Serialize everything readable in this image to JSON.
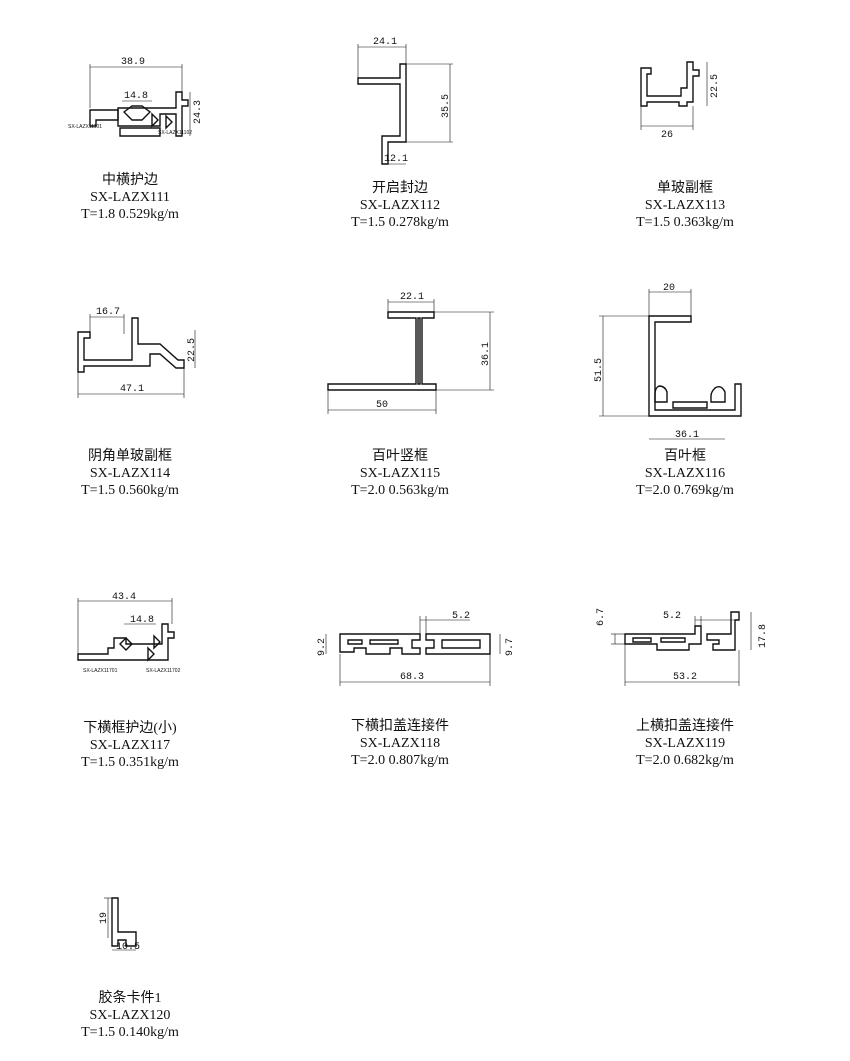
{
  "profiles": [
    {
      "name": "中横护边",
      "code": "SX-LAZX111",
      "spec": "T=1.8 0.529kg/m",
      "dims": [
        "38.9",
        "14.8",
        "24.3"
      ],
      "tags": [
        "SX-LAZX11101",
        "SX-LAZX11102"
      ]
    },
    {
      "name": "开启封边",
      "code": "SX-LAZX112",
      "spec": "T=1.5 0.278kg/m",
      "dims": [
        "24.1",
        "35.5",
        "12.1"
      ]
    },
    {
      "name": "单玻副框",
      "code": "SX-LAZX113",
      "spec": "T=1.5 0.363kg/m",
      "dims": [
        "22.5",
        "26"
      ]
    },
    {
      "name": "阴角单玻副框",
      "code": "SX-LAZX114",
      "spec": "T=1.5 0.560kg/m",
      "dims": [
        "16.7",
        "22.5",
        "47.1"
      ]
    },
    {
      "name": "百叶竖框",
      "code": "SX-LAZX115",
      "spec": "T=2.0 0.563kg/m",
      "dims": [
        "22.1",
        "36.1",
        "50"
      ]
    },
    {
      "name": "百叶框",
      "code": "SX-LAZX116",
      "spec": "T=2.0 0.769kg/m",
      "dims": [
        "20",
        "51.5",
        "36.1"
      ]
    },
    {
      "name": "下横框护边(小)",
      "code": "SX-LAZX117",
      "spec": "T=1.5 0.351kg/m",
      "dims": [
        "43.4",
        "14.8"
      ],
      "tags": [
        "SX-LAZX11701",
        "SX-LAZX11702"
      ]
    },
    {
      "name": "下横扣盖连接件",
      "code": "SX-LAZX118",
      "spec": "T=2.0 0.807kg/m",
      "dims": [
        "5.2",
        "9.2",
        "9.7",
        "68.3"
      ]
    },
    {
      "name": "上横扣盖连接件",
      "code": "SX-LAZX119",
      "spec": "T=2.0 0.682kg/m",
      "dims": [
        "6.7",
        "5.2",
        "17.8",
        "53.2"
      ]
    },
    {
      "name": "胶条卡件1",
      "code": "SX-LAZX120",
      "spec": "T=1.5 0.140kg/m",
      "dims": [
        "19",
        "10.5"
      ]
    }
  ]
}
